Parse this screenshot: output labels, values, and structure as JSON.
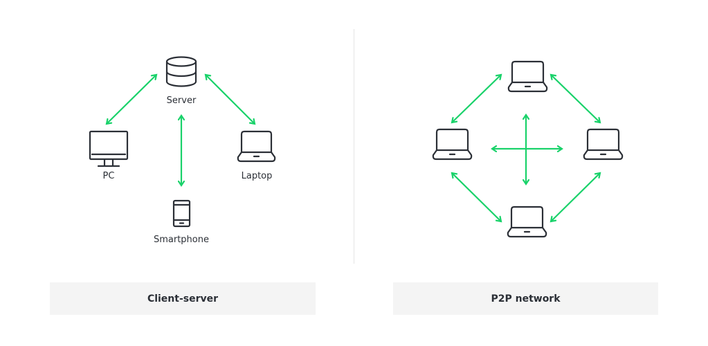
{
  "diagram": {
    "colors": {
      "arrow": "#19d26a",
      "icon": "#2b2f36",
      "caption_bg": "#f4f4f4",
      "divider": "#e4e4e4"
    },
    "client_server": {
      "caption": "Client-server",
      "nodes": [
        {
          "id": "server",
          "label": "Server",
          "icon": "database-icon"
        },
        {
          "id": "pc",
          "label": "PC",
          "icon": "monitor-icon"
        },
        {
          "id": "laptop",
          "label": "Laptop",
          "icon": "laptop-icon"
        },
        {
          "id": "smartphone",
          "label": "Smartphone",
          "icon": "smartphone-icon"
        }
      ],
      "connections": [
        {
          "from": "server",
          "to": "pc",
          "type": "bidirectional"
        },
        {
          "from": "server",
          "to": "laptop",
          "type": "bidirectional"
        },
        {
          "from": "server",
          "to": "smartphone",
          "type": "bidirectional"
        }
      ]
    },
    "p2p": {
      "caption": "P2P network",
      "nodes": [
        {
          "id": "peer-top",
          "icon": "laptop-icon"
        },
        {
          "id": "peer-left",
          "icon": "laptop-icon"
        },
        {
          "id": "peer-right",
          "icon": "laptop-icon"
        },
        {
          "id": "peer-bottom",
          "icon": "laptop-icon"
        }
      ],
      "connections": [
        {
          "from": "peer-top",
          "to": "peer-left",
          "type": "bidirectional"
        },
        {
          "from": "peer-top",
          "to": "peer-right",
          "type": "bidirectional"
        },
        {
          "from": "peer-bottom",
          "to": "peer-left",
          "type": "bidirectional"
        },
        {
          "from": "peer-bottom",
          "to": "peer-right",
          "type": "bidirectional"
        },
        {
          "from": "peer-top",
          "to": "peer-bottom",
          "type": "bidirectional"
        },
        {
          "from": "peer-left",
          "to": "peer-right",
          "type": "bidirectional"
        }
      ]
    }
  }
}
